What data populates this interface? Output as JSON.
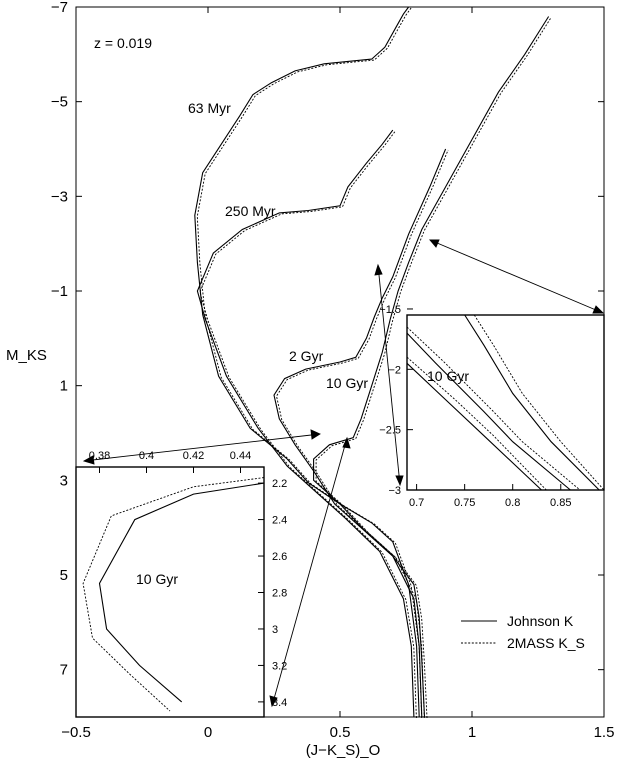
{
  "chart_data": [
    {
      "type": "line",
      "title": "",
      "xlabel": "(J−K_S)_O",
      "ylabel": "M_KS",
      "xlim": [
        -0.5,
        1.5
      ],
      "ylim": [
        8,
        -7
      ],
      "y_inverted": true,
      "xticks": [
        "−0.5",
        "0",
        "0.5",
        "1",
        "1.5"
      ],
      "yticks": [
        "−7",
        "−5",
        "−3",
        "−1",
        "1",
        "3",
        "5",
        "7"
      ],
      "metallicity_label": "z = 0.019",
      "legend": {
        "placement": "bottom-right",
        "entries": [
          {
            "name": "Johnson K",
            "style": "solid"
          },
          {
            "name": "2MASS K_S",
            "style": "dotted"
          }
        ]
      },
      "annotations": [
        "63 Myr",
        "250 Myr",
        "2 Gyr",
        "10 Gyr"
      ],
      "series": [
        {
          "name": "63 Myr",
          "points": [
            [
              0.8,
              8
            ],
            [
              0.79,
              6.5
            ],
            [
              0.76,
              5.2
            ],
            [
              0.7,
              4.3
            ],
            [
              0.62,
              3.9
            ],
            [
              0.5,
              3.5
            ],
            [
              0.38,
              3.05
            ],
            [
              0.3,
              2.55
            ],
            [
              0.16,
              1.9
            ],
            [
              0.04,
              0.8
            ],
            [
              -0.02,
              -0.5
            ],
            [
              -0.04,
              -1.6
            ],
            [
              -0.05,
              -2.6
            ],
            [
              -0.02,
              -3.5
            ],
            [
              0.05,
              -4.1
            ],
            [
              0.12,
              -4.7
            ],
            [
              0.17,
              -5.15
            ],
            [
              0.24,
              -5.4
            ],
            [
              0.33,
              -5.65
            ],
            [
              0.44,
              -5.8
            ],
            [
              0.53,
              -5.85
            ],
            [
              0.62,
              -5.9
            ],
            [
              0.67,
              -6.15
            ],
            [
              0.71,
              -6.55
            ],
            [
              0.74,
              -6.85
            ],
            [
              0.76,
              -7.0
            ]
          ]
        },
        {
          "name": "250 Myr",
          "points": [
            [
              0.78,
              8
            ],
            [
              0.77,
              6.5
            ],
            [
              0.74,
              5.5
            ],
            [
              0.65,
              4.5
            ],
            [
              0.52,
              3.8
            ],
            [
              0.4,
              3.2
            ],
            [
              0.3,
              2.7
            ],
            [
              0.19,
              1.9
            ],
            [
              0.07,
              0.8
            ],
            [
              -0.01,
              -0.4
            ],
            [
              -0.04,
              -1.0
            ],
            [
              0.02,
              -1.8
            ],
            [
              0.13,
              -2.3
            ],
            [
              0.27,
              -2.65
            ],
            [
              0.38,
              -2.7
            ],
            [
              0.5,
              -2.8
            ],
            [
              0.53,
              -3.2
            ],
            [
              0.6,
              -3.7
            ],
            [
              0.66,
              -4.1
            ],
            [
              0.7,
              -4.4
            ]
          ]
        },
        {
          "name": "2 Gyr",
          "points": [
            [
              0.81,
              8
            ],
            [
              0.8,
              6.5
            ],
            [
              0.78,
              5.5
            ],
            [
              0.7,
              4.6
            ],
            [
              0.58,
              4.0
            ],
            [
              0.48,
              3.5
            ],
            [
              0.4,
              2.8
            ],
            [
              0.33,
              2.25
            ],
            [
              0.27,
              1.7
            ],
            [
              0.25,
              1.2
            ],
            [
              0.29,
              0.85
            ],
            [
              0.37,
              0.65
            ],
            [
              0.5,
              0.5
            ],
            [
              0.56,
              0.4
            ],
            [
              0.6,
              0.0
            ],
            [
              0.63,
              -0.45
            ],
            [
              0.66,
              -0.85
            ],
            [
              0.7,
              -1.3
            ],
            [
              0.76,
              -2.2
            ],
            [
              0.84,
              -3.2
            ],
            [
              0.9,
              -4.0
            ]
          ]
        },
        {
          "name": "10 Gyr",
          "points": [
            [
              0.82,
              8
            ],
            [
              0.81,
              6.8
            ],
            [
              0.8,
              5.9
            ],
            [
              0.78,
              5.2
            ],
            [
              0.7,
              4.6
            ],
            [
              0.6,
              4.1
            ],
            [
              0.5,
              3.5
            ],
            [
              0.4,
              3.0
            ],
            [
              0.4,
              2.55
            ],
            [
              0.46,
              2.25
            ],
            [
              0.55,
              2.1
            ],
            [
              0.58,
              1.7
            ],
            [
              0.62,
              1.0
            ],
            [
              0.66,
              0.3
            ],
            [
              0.69,
              -0.4
            ],
            [
              0.72,
              -1.0
            ],
            [
              0.76,
              -1.6
            ],
            [
              0.81,
              -2.3
            ],
            [
              0.9,
              -3.2
            ],
            [
              1.0,
              -4.2
            ],
            [
              1.1,
              -5.2
            ],
            [
              1.2,
              -6.0
            ],
            [
              1.29,
              -6.8
            ]
          ]
        }
      ]
    },
    {
      "type": "line",
      "title": "",
      "xlabel": "",
      "ylabel": "",
      "xlim": [
        0.37,
        0.45
      ],
      "ylim": [
        2.15,
        3.45
      ],
      "xticks": [
        "0.38",
        "0.4",
        "0.42",
        "0.44"
      ],
      "yticks": [
        "2.2",
        "2.4",
        "2.6",
        "2.8",
        "3",
        "3.2",
        "3.4"
      ],
      "annotations": [
        "10 Gyr"
      ],
      "series": [
        {
          "name": "Johnson K",
          "points": [
            [
              0.45,
              2.2
            ],
            [
              0.42,
              2.26
            ],
            [
              0.395,
              2.4
            ],
            [
              0.38,
              2.75
            ],
            [
              0.383,
              3.0
            ],
            [
              0.397,
              3.2
            ],
            [
              0.415,
              3.4
            ]
          ]
        },
        {
          "name": "2MASS K_S",
          "points": [
            [
              0.45,
              2.17
            ],
            [
              0.42,
              2.22
            ],
            [
              0.385,
              2.38
            ],
            [
              0.373,
              2.75
            ],
            [
              0.377,
              3.05
            ],
            [
              0.393,
              3.25
            ],
            [
              0.41,
              3.45
            ]
          ]
        }
      ]
    },
    {
      "type": "line",
      "title": "",
      "xlabel": "",
      "ylabel": "",
      "xlim": [
        0.69,
        0.895
      ],
      "ylim": [
        -1.55,
        -3.0
      ],
      "xticks": [
        "0.7",
        "0.75",
        "0.8",
        "0.85"
      ],
      "yticks": [
        "−3",
        "−2.5",
        "−2",
        "−1.5"
      ],
      "annotations": [
        "10 Gyr"
      ],
      "series": [
        {
          "name": "Johnson K",
          "points": [
            [
              0.69,
              -1.95
            ],
            [
              0.73,
              -2.25
            ],
            [
              0.77,
              -2.55
            ],
            [
              0.83,
              -3.0
            ]
          ]
        },
        {
          "name": "Johnson K",
          "points": [
            [
              0.69,
              -1.7
            ],
            [
              0.72,
              -1.95
            ],
            [
              0.77,
              -2.35
            ],
            [
              0.8,
              -2.6
            ],
            [
              0.86,
              -3.0
            ]
          ]
        },
        {
          "name": "Johnson K",
          "points": [
            [
              0.75,
              -1.55
            ],
            [
              0.77,
              -1.8
            ],
            [
              0.8,
              -2.2
            ],
            [
              0.84,
              -2.6
            ],
            [
              0.89,
              -3.0
            ]
          ]
        },
        {
          "name": "2MASS K_S",
          "points": [
            [
              0.69,
              -1.9
            ],
            [
              0.74,
              -2.25
            ],
            [
              0.78,
              -2.55
            ],
            [
              0.835,
              -3.0
            ]
          ]
        },
        {
          "name": "2MASS K_S",
          "points": [
            [
              0.69,
              -1.65
            ],
            [
              0.73,
              -1.95
            ],
            [
              0.78,
              -2.35
            ],
            [
              0.81,
              -2.6
            ],
            [
              0.87,
              -3.0
            ]
          ]
        },
        {
          "name": "2MASS K_S",
          "points": [
            [
              0.76,
              -1.55
            ],
            [
              0.78,
              -1.8
            ],
            [
              0.81,
              -2.2
            ],
            [
              0.85,
              -2.6
            ],
            [
              0.895,
              -3.0
            ]
          ]
        }
      ]
    }
  ]
}
